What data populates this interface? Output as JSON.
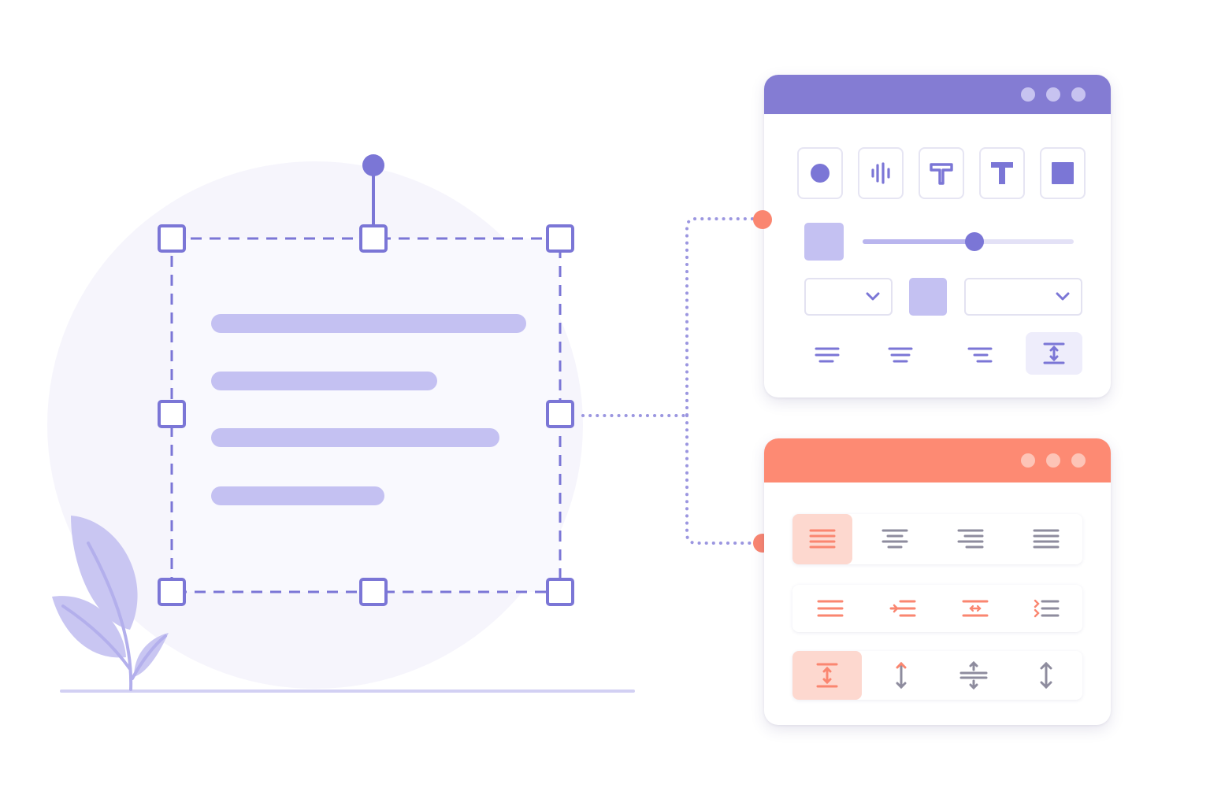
{
  "colors": {
    "primary": "#7b76d6",
    "primary_light": "#c4c1f2",
    "accent": "#fa8670",
    "accent_light": "#fdd8cf",
    "blob": "#f6f5fc",
    "leaf": "#c9c6f2",
    "grey_icon": "#8e8c9e",
    "format_title": "#847cd3",
    "format_dots": "#c7c3f0",
    "align_title": "#fd8a73",
    "align_dots": "#fdc4b7",
    "dotted_connector": "#9b96e0"
  },
  "canvas": {
    "selection_handles": 8,
    "rotate_handle": true,
    "text_lines": [
      {
        "length_fraction": 1.0
      },
      {
        "length_fraction": 0.72
      },
      {
        "length_fraction": 0.92
      },
      {
        "length_fraction": 0.55
      }
    ]
  },
  "format_panel": {
    "tools": [
      {
        "name": "circle-tool",
        "icon": "circle-icon"
      },
      {
        "name": "audio-tool",
        "icon": "audio-wave-icon"
      },
      {
        "name": "text-style-tool",
        "icon": "text-style-icon"
      },
      {
        "name": "text-tool",
        "icon": "text-t-icon"
      },
      {
        "name": "square-tool",
        "icon": "square-icon"
      }
    ],
    "slider_value": 0.53,
    "align_buttons": [
      {
        "icon": "align-left-lines-icon",
        "active": false
      },
      {
        "icon": "align-center-lines-icon",
        "active": false
      },
      {
        "icon": "align-right-lines-icon",
        "active": false
      },
      {
        "icon": "line-height-icon",
        "active": true
      }
    ]
  },
  "align_panel": {
    "rows": [
      {
        "icons": [
          "align-left-icon",
          "align-center-icon",
          "align-right-icon",
          "justify-icon"
        ],
        "active_index": 0
      },
      {
        "icons": [
          "list-icon",
          "indent-icon",
          "center-indent-icon",
          "outdent-icon"
        ],
        "active_index": -1
      },
      {
        "icons": [
          "line-height-icon",
          "vertical-arrows-icon",
          "paragraph-spacing-icon",
          "vertical-resize-icon"
        ],
        "active_index": 0
      }
    ]
  }
}
